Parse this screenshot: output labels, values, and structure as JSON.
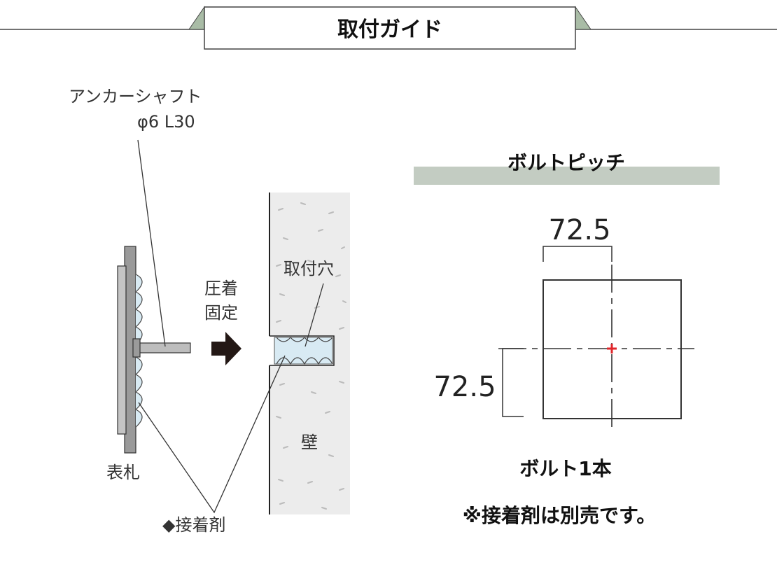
{
  "header": {
    "title": "取付ガイド"
  },
  "side_diagram": {
    "anchor_shaft": "アンカーシャフト",
    "anchor_spec": "φ6 L30",
    "press_fix_line1": "圧着",
    "press_fix_line2": "固定",
    "mount_hole": "取付穴",
    "wall": "壁",
    "nameplate": "表札",
    "adhesive": "◆接着剤"
  },
  "bolt_pitch": {
    "heading": "ボルトピッチ",
    "width_value": "72.5",
    "height_value": "72.5",
    "bolt_count": "ボルト1本",
    "note": "※接着剤は別売です。"
  },
  "colors": {
    "banner_accent": "#a9bca6",
    "heading_bar": "#c3ccc2",
    "center_mark": "#e0262b",
    "wall_fill": "#ececec",
    "plate_fill": "#9a9a9a",
    "adhesive_fill": "#d8eaf3"
  }
}
